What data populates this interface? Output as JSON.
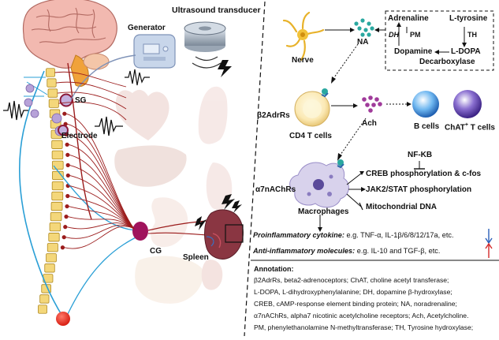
{
  "labels": {
    "ultrasound": "Ultrasound transducer",
    "generator": "Generator",
    "sg": "SG",
    "electrode": "Electrode",
    "cg": "CG",
    "spleen": "Spleen",
    "nerve": "Nerve",
    "na": "NA",
    "adrenaline": "Adrenaline",
    "l_tyrosine": "L-tyrosine",
    "dh": "DH",
    "pm": "PM",
    "th": "TH",
    "dopamine": "Dopamine",
    "l_dopa": "L-DOPA",
    "decarboxylase": "Decarboxylase",
    "b2adrrs": "β2AdrRs",
    "cd4_t_cells": "CD4 T cells",
    "ach": "Ach",
    "b_cells": "B cells",
    "chat_t_cells_pre": "ChAT",
    "chat_t_cells_sup": "+",
    "chat_t_cells_post": " T cells",
    "nf_kb": "NF-KB",
    "creb": "CREB phosphorylation & c-fos",
    "jak2": "JAK2/STAT phosphorylation",
    "mito": "Mitochondrial DNA",
    "a7nachrs": "α7nAChRs",
    "macrophages": "Macrophages"
  },
  "cytokines": {
    "pro_label": "Proinflammatory cytokine:",
    "pro_text": " e.g. TNF-α, IL-1β/6/8/12/17a, etc.",
    "anti_label": "Anti-inflammatory molecules:",
    "anti_text": " e.g. IL-10 and TGF-β, etc."
  },
  "annotation": {
    "title": "Annotation:",
    "lines": [
      "β2AdrRs, beta2-adrenoceptors; ChAT, choline acetyl transferase;",
      "L-DOPA, L-dihydroxyphenylalanine; DH, dopamine β-hydroxylase;",
      "CREB, cAMP-response element binding protein; NA, noradrenaline;",
      "α7nAChRs, alpha7 nicotinic acetylcholine receptors; Ach, Acetylcholine.",
      "PM, phenylethanolamine N-methyltransferase; TH, Tyrosine hydroxylase;"
    ]
  },
  "colors": {
    "nerve_red": "#9b1c1c",
    "nerve_blue": "#2a9fd6",
    "ganglion_purple": "#b7a2d8",
    "cg_magenta": "#a0135c",
    "spine_yellow": "#f4d77a",
    "down_arrow": "#2b5fb8",
    "up_arrow": "#d42a2a"
  }
}
